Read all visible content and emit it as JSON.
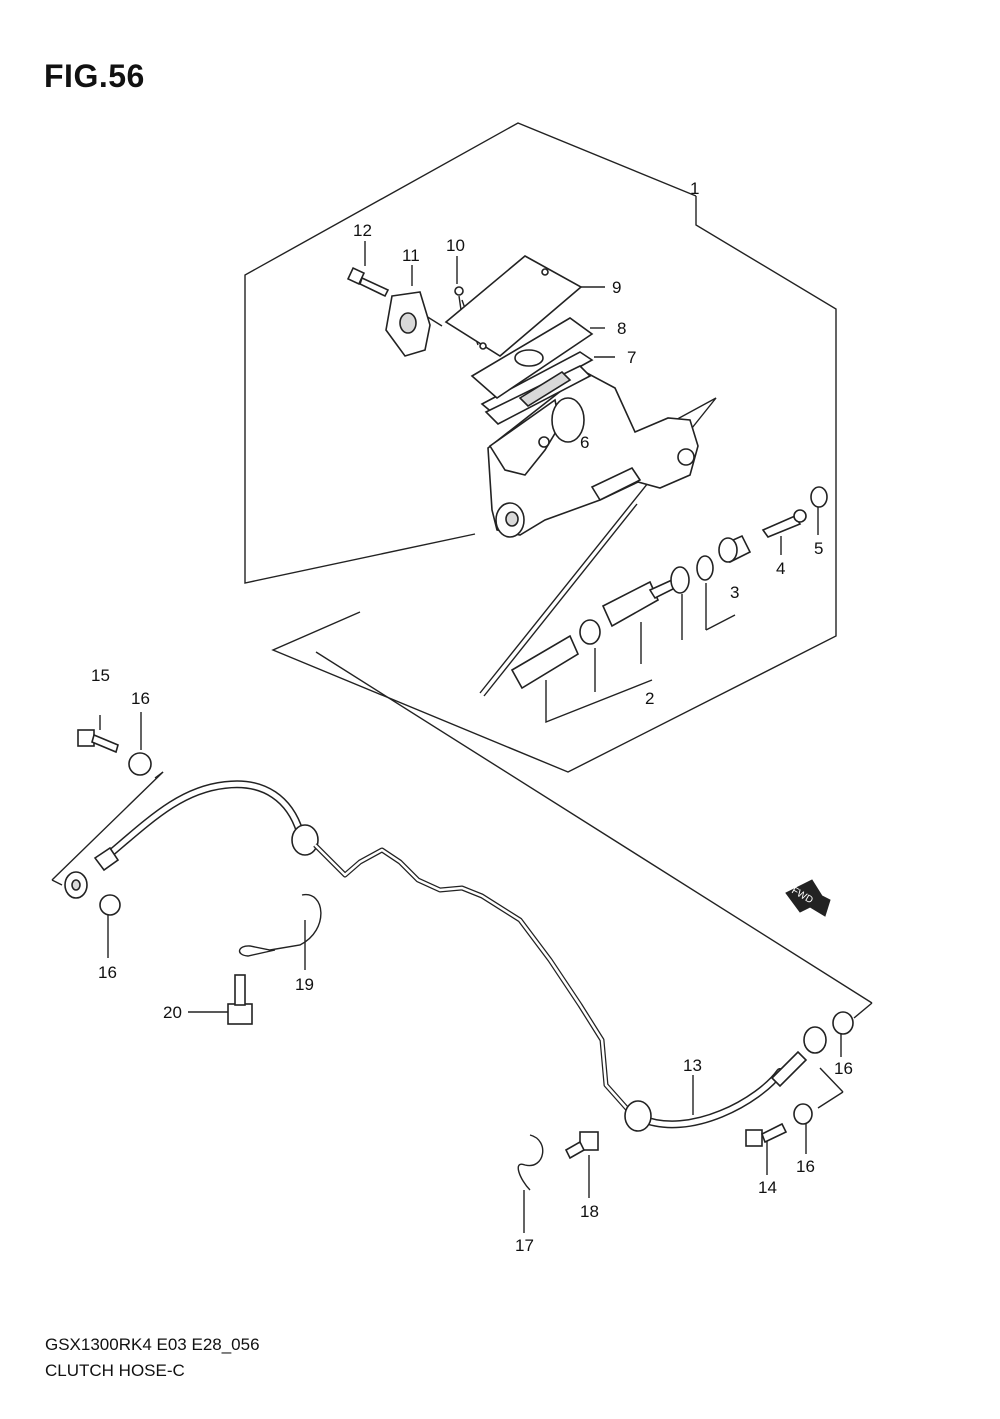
{
  "figure": {
    "title": "FIG.56",
    "model_code": "GSX1300RK4 E03 E28_056",
    "caption": "CLUTCH HOSE-C",
    "direction_marker": "FWD"
  },
  "callouts": [
    "1",
    "2",
    "3",
    "4",
    "5",
    "6",
    "7",
    "8",
    "9",
    "10",
    "11",
    "12",
    "13",
    "14",
    "15",
    "16",
    "16",
    "16",
    "16",
    "17",
    "18",
    "19",
    "20"
  ]
}
